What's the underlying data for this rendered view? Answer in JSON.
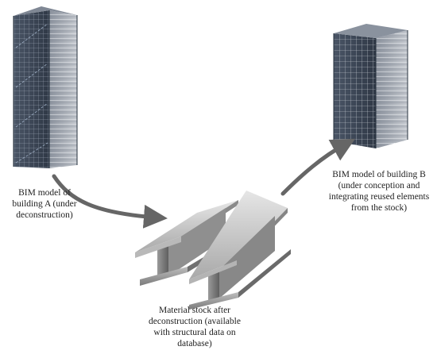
{
  "captions": {
    "building_a": "BIM model of\nbuilding A (under\ndeconstruction)",
    "building_b": "BIM model of building B\n(under conception and\nintegrating reused elements\nfrom the stock)",
    "stock": "Material stock after\ndeconstruction (available\nwith structural data on\ndatabase)"
  },
  "icons": {
    "building_a": "tall-building-frame-icon",
    "building_b": "building-frame-icon",
    "stock": "steel-i-beam-icon",
    "arrows": "curved-arrow-icon"
  },
  "colors": {
    "arrow": "#666666",
    "building_dark": "#3b4656",
    "building_light": "#b7bcc4",
    "steel_light": "#cfcfcf",
    "steel_dark": "#6e6e6e"
  }
}
